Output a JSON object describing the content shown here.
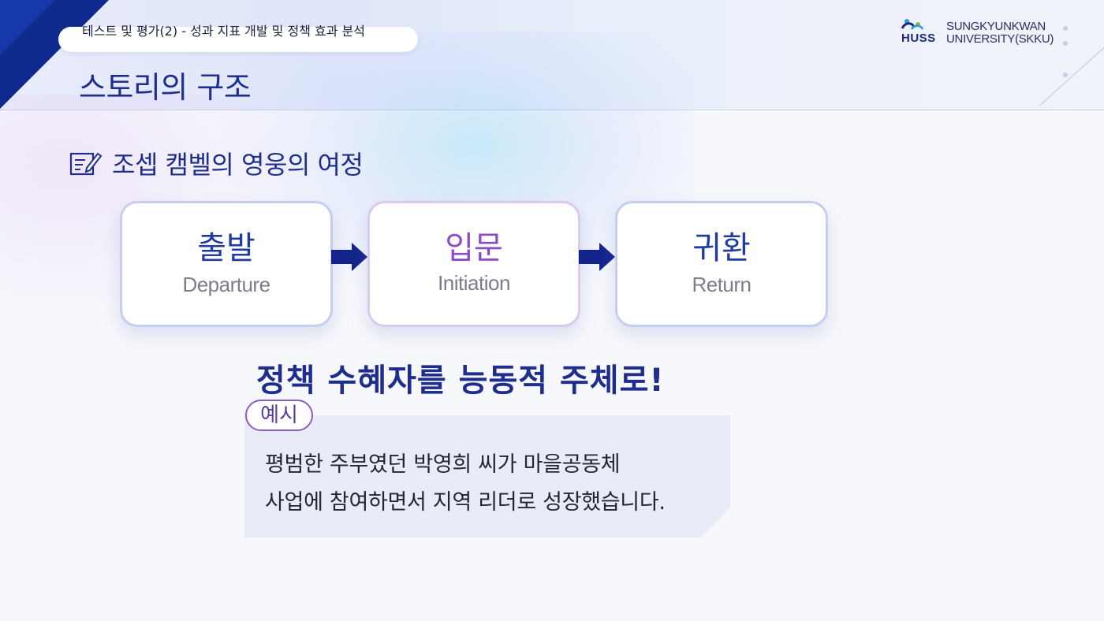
{
  "header": {
    "breadcrumb": "테스트 및 평가(2) - 성과 지표 개발 및 정책 효과 분석",
    "title": "스토리의 구조"
  },
  "logo": {
    "short": "HUSS",
    "name_line1": "SUNGKYUNKWAN",
    "name_line2": "UNIVERSITY(SKKU)"
  },
  "section": {
    "icon": "note-edit-icon",
    "title": "조셉 캠벨의 영웅의 여정"
  },
  "stages": [
    {
      "ko": "출발",
      "en": "Departure",
      "color": "#1f3aa0"
    },
    {
      "ko": "입문",
      "en": "Initiation",
      "color": "#8a4cc8"
    },
    {
      "ko": "귀환",
      "en": "Return",
      "color": "#1f3aa0"
    }
  ],
  "headline": "정책 수혜자를 능동적 주체로!",
  "example": {
    "tag": "예시",
    "line1": "평범한 주부였던 박영희 씨가 마을공동체",
    "line2": "사업에 참여하면서 지역 리더로 성장했습니다."
  },
  "colors": {
    "primary": "#1f2e8c",
    "accent_purple": "#8a5cc4",
    "arrow": "#12248c"
  }
}
